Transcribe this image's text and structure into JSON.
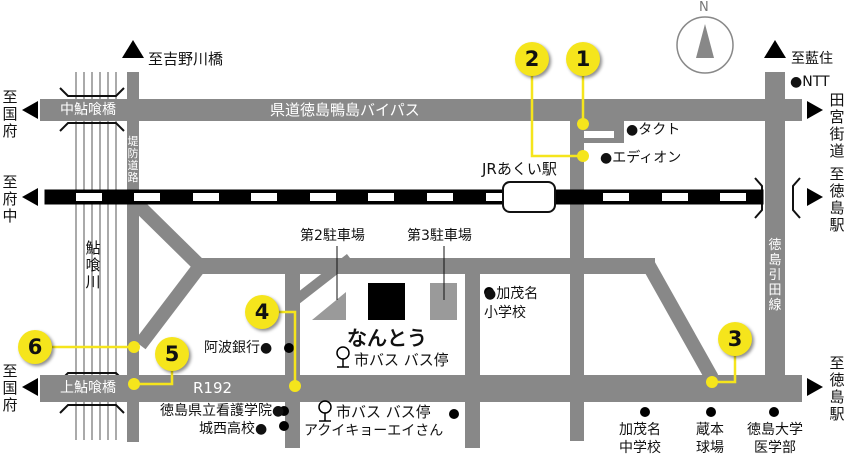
{
  "map": {
    "compass": {
      "label": "N"
    },
    "destinations": {
      "yoshinogawa_bridge": "至吉野川橋",
      "aizumi": "至藍住",
      "kokufu_top": "至国府",
      "fuchu": "至府中",
      "kokufu_bottom": "至国府",
      "tamiya_kaido": "田宮街道",
      "tokushima_station_mid": "至徳島駅",
      "tokushima_station_bottom": "至徳島駅"
    },
    "roads": {
      "bypass": "県道徳島鴨島バイパス",
      "naka_bridge": "中鮎喰橋",
      "kami_bridge": "上鮎喰橋",
      "r192": "R192",
      "embankment": "堤防道路",
      "hikita_line": "徳島引田線",
      "river": "鮎喰川"
    },
    "station": "JRあくい駅",
    "main_building": "なんとう",
    "parking": {
      "lot2": "第2駐車場",
      "lot3": "第3駐車場"
    },
    "bus_stops": [
      {
        "label": "市バス バス停"
      },
      {
        "label": "市バス バス停"
      }
    ],
    "landmarks": {
      "takuto": "●タクト",
      "edion": "●エディオン",
      "ntt": "●NTT",
      "kamona_elementary": "●加茂名\n小学校",
      "awa_bank": "阿波銀行●",
      "nursing_school": "徳島県立看護学院●",
      "josei_high": "城西高校●",
      "akyukyo_a": "アクイキョーエイさん",
      "kamona_junior": "加茂名\n中学校",
      "kuramoto_ballpark": "蔵本\n球場",
      "tokushima_univ_med": "徳島大学\n医学部"
    },
    "markers": [
      "1",
      "2",
      "3",
      "4",
      "5",
      "6"
    ],
    "colors": {
      "road": "#888888",
      "marker": "#f5e51c",
      "rail": "#000000",
      "parking": "#9a9a9a",
      "building": "#000000"
    }
  }
}
